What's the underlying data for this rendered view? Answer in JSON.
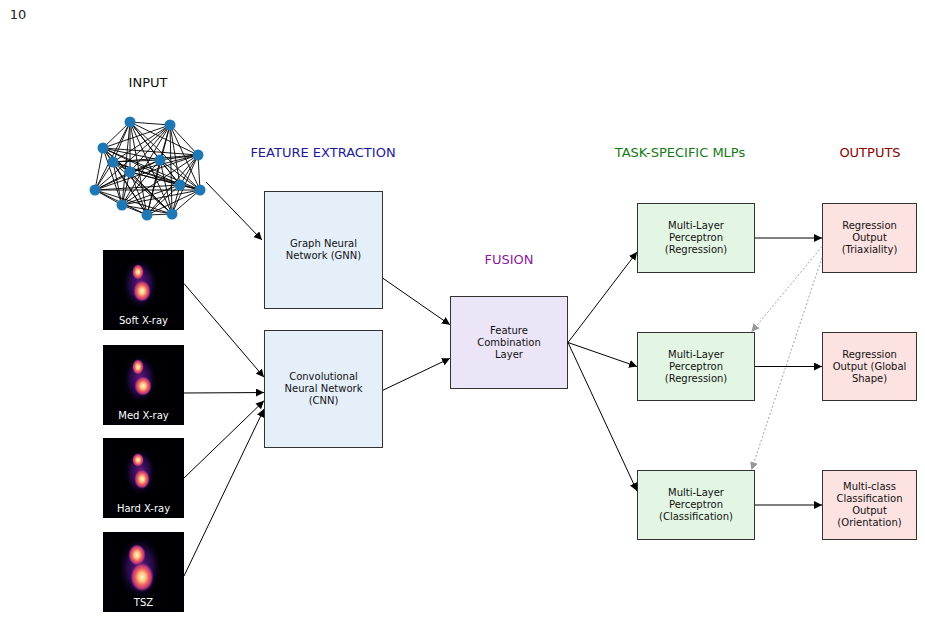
{
  "diagram": {
    "nodes": [
      {
        "text": [
          "Soft X-ray"
        ]
      },
      {
        "text": [
          "Med X-ray"
        ]
      },
      {
        "text": [
          "Hard X-ray"
        ]
      },
      {
        "text": [
          "TSZ"
        ]
      },
      {
        "text": [
          "Graph Neural Network (GNN)"
        ]
      },
      {
        "text": [
          "Convolutional Neural Network (CNN)"
        ]
      },
      {
        "text": [
          "Feature Combination Layer"
        ]
      },
      {
        "text": [
          "Multi-Layer Perceptron (Regression)"
        ]
      },
      {
        "text": [
          "Regression Output (Triaxiality)"
        ]
      },
      {
        "text": [
          "Multi-Layer Perceptron (Regression)"
        ]
      },
      {
        "text": [
          "Regression Output (Global Shape)"
        ]
      },
      {
        "text": [
          "Multi-Layer Perceptron (Classification)"
        ]
      },
      {
        "text": [
          "Multi-class Classification Output (Orientation)"
        ]
      }
    ],
    "edges": [
      {
        "from": 0,
        "to": 5,
        "arrow": "to"
      },
      {
        "from": 1,
        "to": 5,
        "arrow": "to"
      },
      {
        "from": 2,
        "to": 5,
        "arrow": "to"
      },
      {
        "from": 3,
        "to": 5,
        "arrow": "to"
      },
      {
        "from": 4,
        "to": 6,
        "arrow": "to"
      },
      {
        "from": 5,
        "to": 6,
        "arrow": "to"
      },
      {
        "from": 6,
        "to": 7,
        "arrow": "to"
      },
      {
        "from": 6,
        "to": 9,
        "arrow": "to"
      },
      {
        "from": 6,
        "to": 11,
        "arrow": "to"
      },
      {
        "from": 7,
        "to": 8,
        "arrow": "to"
      },
      {
        "from": 9,
        "to": 10,
        "arrow": "to"
      },
      {
        "from": 11,
        "to": 12,
        "arrow": "to"
      },
      {
        "from": 8,
        "to": 9,
        "arrow": "to"
      },
      {
        "from": 8,
        "to": 11,
        "arrow": "to"
      }
    ],
    "labels": [
      "10",
      "INPUT",
      "FEATURE EXTRACTION",
      "FUSION",
      "TASK-SPECIFIC MLPs",
      "OUTPUTS"
    ]
  }
}
